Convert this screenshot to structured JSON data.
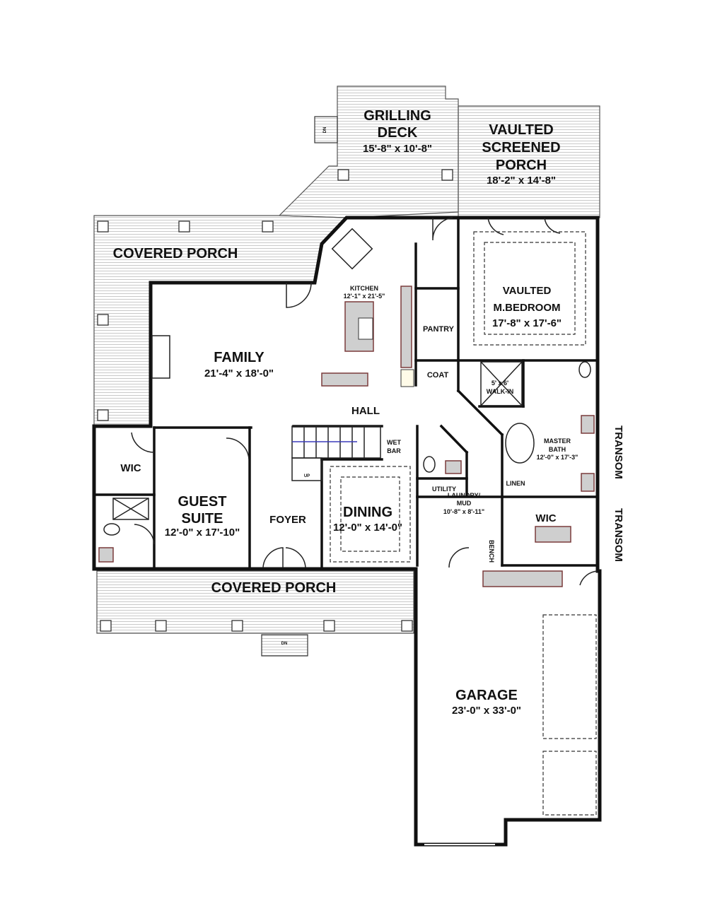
{
  "title": "Floor Plan",
  "rooms": {
    "grilling_deck": {
      "name1": "GRILLING",
      "name2": "DECK",
      "size": "15'-8\" x 10'-8\""
    },
    "screened_porch": {
      "name1": "VAULTED",
      "name2": "SCREENED",
      "name3": "PORCH",
      "size": "18'-2\" x 14'-8\""
    },
    "covered_porch_rear": {
      "name": "COVERED PORCH"
    },
    "kitchen": {
      "name": "KITCHEN",
      "size": "12'-1\" x 21'-5\""
    },
    "master_bedroom": {
      "name1": "VAULTED",
      "name2": "M.BEDROOM",
      "size": "17'-8\" x 17'-6\""
    },
    "pantry": {
      "name": "PANTRY"
    },
    "family": {
      "name": "FAMILY",
      "size": "21'-4\" x 18'-0\""
    },
    "coat": {
      "name": "COAT"
    },
    "walk_in": {
      "name1": "5' x 6'",
      "name2": "WALK-IN"
    },
    "hall": {
      "name": "HALL"
    },
    "wet_bar": {
      "name1": "WET",
      "name2": "BAR"
    },
    "master_bath": {
      "name1": "MASTER",
      "name2": "BATH",
      "size": "12'-0\" x 17'-3\""
    },
    "transom_1": {
      "name": "TRANSOM"
    },
    "transom_2": {
      "name": "TRANSOM"
    },
    "wic_guest": {
      "name": "WIC"
    },
    "guest_suite": {
      "name1": "GUEST",
      "name2": "SUITE",
      "size": "12'-0\" x 17'-10\""
    },
    "utility": {
      "name": "UTILITY"
    },
    "linen": {
      "name": "LINEN"
    },
    "laundry": {
      "name1": "LAUNDRY/",
      "name2": "MUD",
      "size": "10'-8\" x 8'-11\""
    },
    "foyer": {
      "name": "FOYER"
    },
    "dining": {
      "name": "DINING",
      "size": "12'-0\" x 14'-0\""
    },
    "wic_master": {
      "name": "WIC"
    },
    "bench": {
      "name": "BENCH"
    },
    "covered_porch_front": {
      "name": "COVERED PORCH"
    },
    "garage": {
      "name": "GARAGE",
      "size": "23'-0\" x 33'-0\""
    }
  },
  "markers": {
    "stairs_up": "UP",
    "deck_steps_down": "DN",
    "front_steps_down": "DN"
  }
}
